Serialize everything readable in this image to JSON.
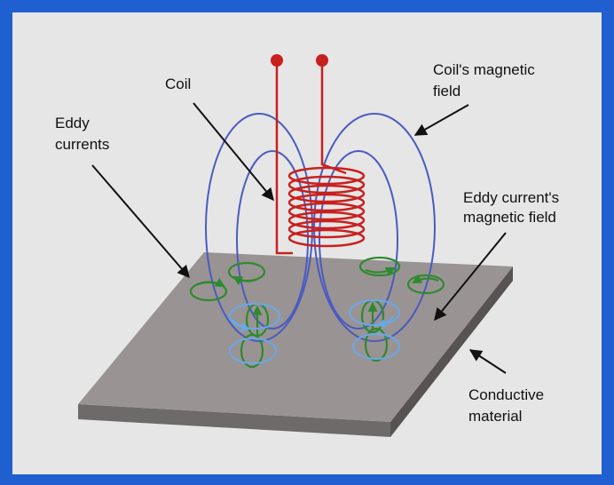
{
  "labels": {
    "coil": "Coil",
    "eddy_currents": [
      "Eddy",
      "currents"
    ],
    "coil_magnetic_field": [
      "Coil's magnetic",
      "field"
    ],
    "eddy_current_magnetic_field": [
      "Eddy current's",
      "magnetic field"
    ],
    "conductive_material": [
      "Conductive",
      "material"
    ]
  },
  "colors": {
    "frame": "#1f5fd0",
    "background": "#e6e6e6",
    "coil": "#c8201e",
    "magnetic_field": "#4a5bc0",
    "eddy_currents": "#2e8a2e",
    "eddy_field": "#6aa8e8",
    "plate_top": "#9a9393",
    "plate_side": "#6f6a6a"
  }
}
